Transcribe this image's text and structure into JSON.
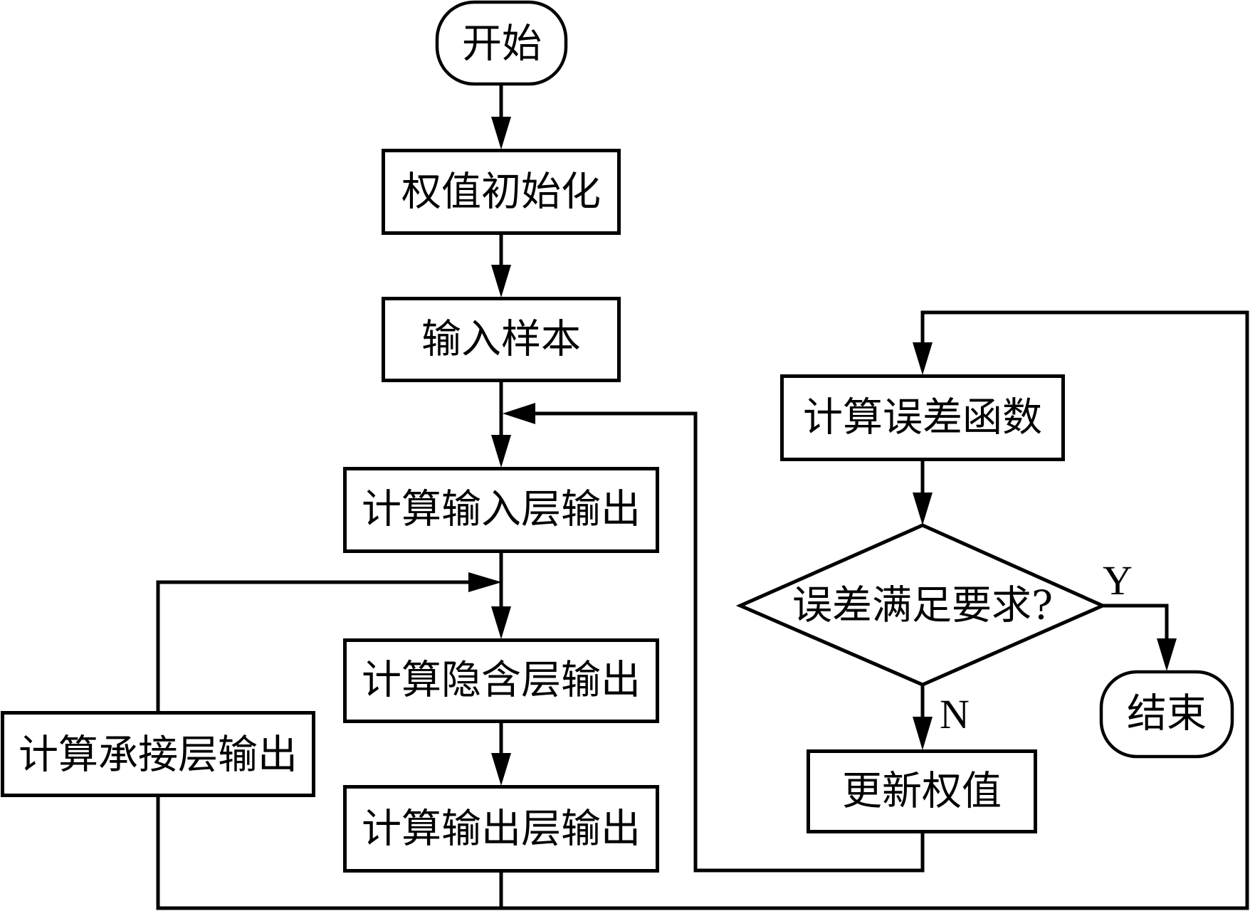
{
  "flowchart": {
    "start": "开始",
    "steps": {
      "init_weights": "权值初始化",
      "input_samples": "输入样本",
      "input_layer_output": "计算输入层输出",
      "hidden_layer_output": "计算隐含层输出",
      "output_layer_output": "计算输出层输出",
      "context_layer_output": "计算承接层输出",
      "error_function": "计算误差函数",
      "update_weights": "更新权值"
    },
    "decision": "误差满足要求?",
    "branch_yes": "Y",
    "branch_no": "N",
    "end": "结束"
  },
  "colors": {
    "stroke": "#000000",
    "background": "#ffffff"
  }
}
